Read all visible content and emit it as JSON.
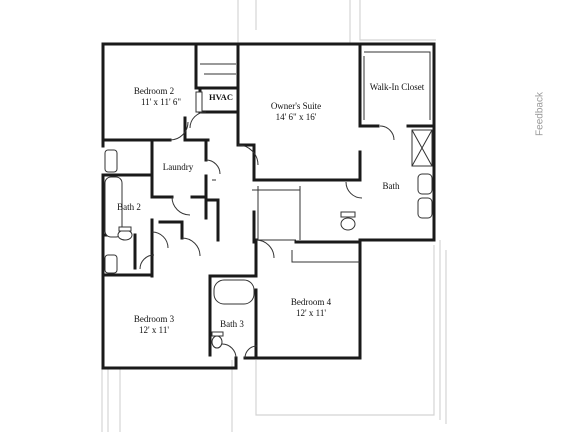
{
  "rooms": {
    "bedroom2": {
      "name": "Bedroom 2",
      "size": "11' x 11' 6\""
    },
    "hvac": {
      "name": "HVAC"
    },
    "owners_suite": {
      "name": "Owner's Suite",
      "size": "14' 6\" x 16'"
    },
    "walk_in_closet": {
      "name": "Walk-In Closet"
    },
    "laundry": {
      "name": "Laundry"
    },
    "bath2": {
      "name": "Bath 2"
    },
    "bath": {
      "name": "Bath"
    },
    "bedroom3": {
      "name": "Bedroom 3",
      "size": "12' x 11'"
    },
    "bath3": {
      "name": "Bath 3"
    },
    "bedroom4": {
      "name": "Bedroom 4",
      "size": "12' x 11'"
    }
  },
  "feedback_label": "Feedback"
}
